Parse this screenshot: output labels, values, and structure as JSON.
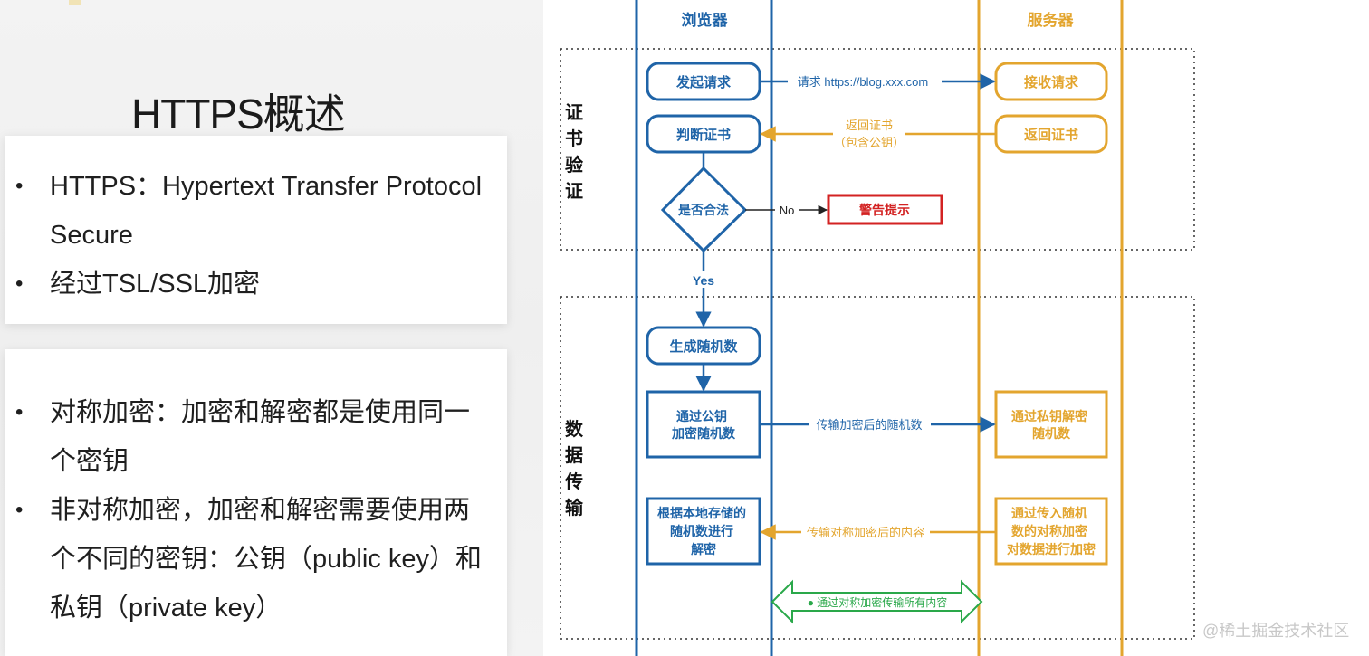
{
  "slide": {
    "title": "HTTPS概述",
    "card1_bullets": [
      "HTTPS：Hypertext Transfer Protocol Secure",
      "经过TSL/SSL加密"
    ],
    "card2_bullets": [
      "对称加密：加密和解密都是使用同一个密钥",
      "非对称加密，加密和解密需要使用两个不同的密钥：公钥（public key）和私钥（private key）"
    ]
  },
  "diagram": {
    "browser_label": "浏览器",
    "server_label": "服务器",
    "section_cert": "证书验证",
    "section_data": "数据传输",
    "nodes": {
      "send_request": "发起请求",
      "receive_request": "接收请求",
      "judge_cert": "判断证书",
      "return_cert": "返回证书",
      "is_valid": "是否合法",
      "warning": "警告提示",
      "gen_random": "生成随机数",
      "encrypt_random": "通过公钥加密随机数",
      "decrypt_private": "通过私钥解密随机数",
      "decrypt_local": "根据本地存储的随机数进行解密",
      "encrypt_sym": "通过传入随机数的对称加密对数据进行加密"
    },
    "edges": {
      "request_url": "请求 https://blog.xxx.com",
      "return_cert_1": "返回证书",
      "return_cert_2": "（包含公钥）",
      "no": "No",
      "yes": "Yes",
      "transfer_random": "传输加密后的随机数",
      "transfer_content": "传输对称加密后的内容",
      "all_content": "通过对称加密传输所有内容"
    },
    "colors": {
      "browser": "#1f64a8",
      "server": "#e3a52e",
      "warning": "#d32222",
      "success": "#2aa84a"
    }
  },
  "watermark": "@稀土掘金技术社区"
}
